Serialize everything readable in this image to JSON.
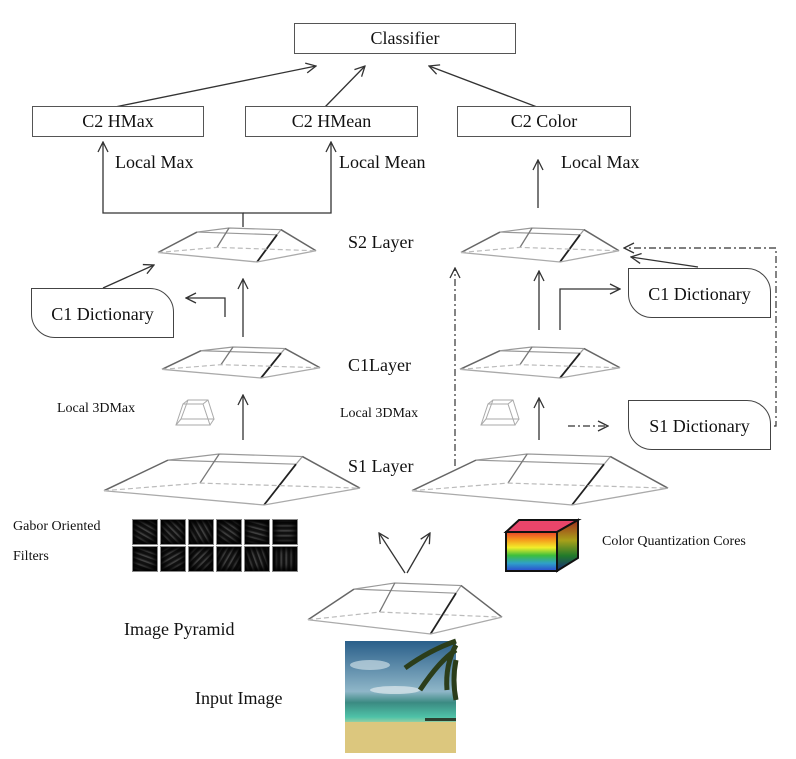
{
  "classifier": {
    "label": "Classifier"
  },
  "c2_boxes": [
    {
      "label": "C2 HMax"
    },
    {
      "label": "C2 HMean"
    },
    {
      "label": "C2 Color"
    }
  ],
  "pooling_labels": {
    "left_local_max": "Local Max",
    "local_mean": "Local Mean",
    "right_local_max": "Local Max"
  },
  "layers": {
    "s2": "S2 Layer",
    "c1": "C1Layer",
    "s1": "S1 Layer"
  },
  "local_3dmax": {
    "left": "Local 3DMax",
    "right": "Local 3DMax"
  },
  "dictionaries": {
    "left_c1": "C1 Dictionary",
    "right_c1": "C1 Dictionary",
    "s1": "S1 Dictionary"
  },
  "gabor": {
    "label_line1": "Gabor Oriented",
    "label_line2": "Filters",
    "filter_count": 12
  },
  "color_quantization": {
    "label": "Color Quantization  Cores"
  },
  "image_pyramid": {
    "label": "Image Pyramid"
  },
  "input_image": {
    "label": "Input Image"
  }
}
